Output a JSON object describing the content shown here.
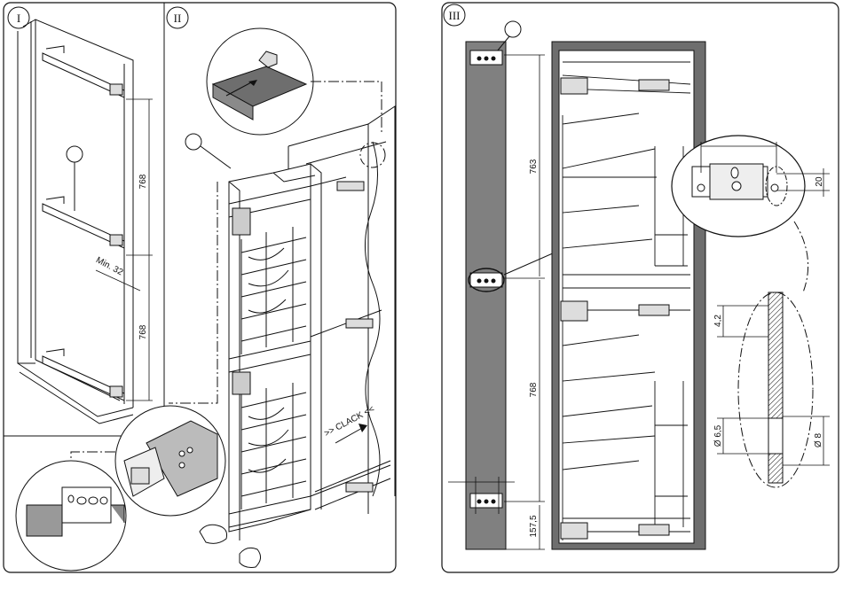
{
  "panels": {
    "one": {
      "label": "I"
    },
    "two": {
      "label": "II"
    },
    "three": {
      "label": "III"
    }
  },
  "panel_one": {
    "dim_upper": "768",
    "dim_lower": "768",
    "dim_min": "Min. 32"
  },
  "panel_two": {
    "clack_text": ">> CLACK <<"
  },
  "panel_three": {
    "dim_763": "763",
    "dim_768": "768",
    "dim_157": "157,5",
    "dim_20": "20",
    "dim_42": "4,2",
    "dim_65": "Ø 6,5",
    "dim_8": "Ø 8"
  },
  "colors": {
    "line": "#111111",
    "rail_gray": "#808080",
    "dark_gray": "#6e6e6e",
    "light_gray": "#c8c8c8"
  }
}
